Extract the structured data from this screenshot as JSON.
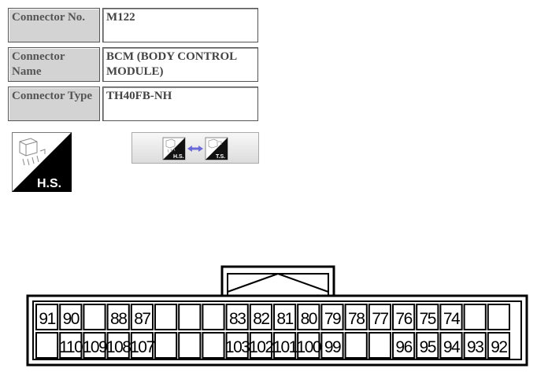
{
  "info": {
    "rows": [
      {
        "label": "Connector No.",
        "value": "M122"
      },
      {
        "label": "Connector Name",
        "value": "BCM (BODY CONTROL MODULE)"
      },
      {
        "label": "Connector Type",
        "value": "TH40FB-NH"
      }
    ]
  },
  "icons": {
    "harness_side": {
      "icon": "harness-side-icon",
      "label": "H.S."
    },
    "toggle": {
      "icon": "view-toggle-icon",
      "left_label": "H.S.",
      "right_label": "T.S."
    }
  },
  "connector": {
    "top_row": [
      "91",
      "90",
      "",
      "88",
      "87",
      "",
      "",
      "",
      "83",
      "82",
      "81",
      "80",
      "79",
      "78",
      "77",
      "76",
      "75",
      "74",
      "",
      ""
    ],
    "bottom_row": [
      "",
      "110",
      "109",
      "108",
      "107",
      "",
      "",
      "",
      "103",
      "102",
      "101",
      "100",
      "99",
      "",
      "",
      "96",
      "95",
      "94",
      "93",
      "92"
    ]
  }
}
